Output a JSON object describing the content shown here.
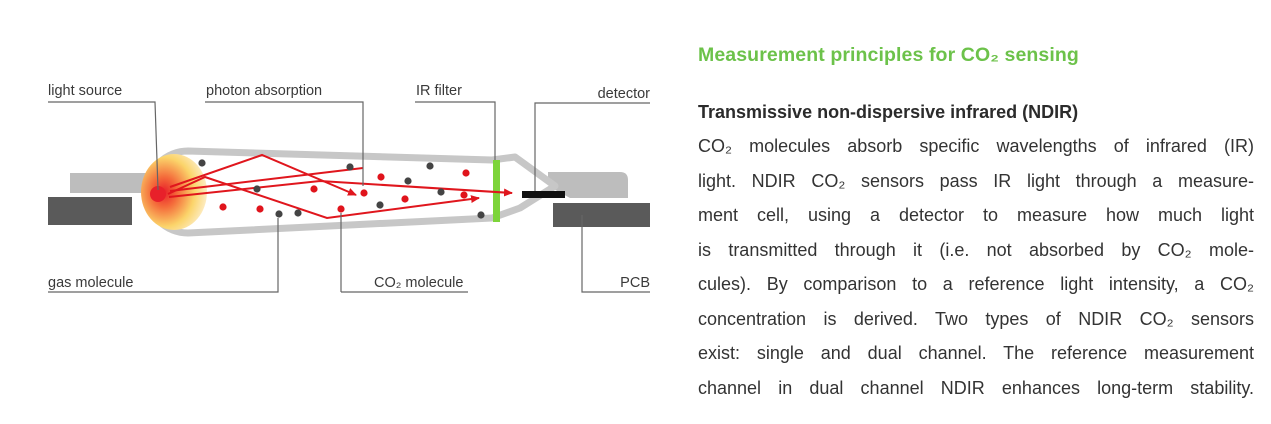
{
  "diagram": {
    "labels": {
      "light_source": "light source",
      "photon_absorption": "photon absorption",
      "ir_filter": "IR filter",
      "detector": "detector",
      "gas_molecule": "gas molecule",
      "co2_molecule": "CO₂ molecule",
      "pcb": "PCB"
    },
    "colors": {
      "light_red": "#e8202a",
      "light_glow": "#fbd46a",
      "beam": "#e0161d",
      "co2_dot": "#e0141c",
      "gas_dot": "#444444",
      "filter": "#7dd43a",
      "housing_dark": "#5a5a5a",
      "housing_light": "#bdbdbd",
      "label_text": "#3a3a3a"
    }
  },
  "text": {
    "heading": "Measurement principles for CO₂ sensing",
    "subheading": "Transmissive non-dispersive infrared (NDIR)",
    "lines": [
      "CO₂ molecules absorb specific wavelengths of infrared (IR)",
      "light. NDIR CO₂ sensors pass IR light through a measure-",
      "ment cell, using a detector to measure how much light",
      "is transmitted through it (i.e. not absorbed by CO₂ mole-",
      "cules). By comparison to a reference light intensity, a CO₂",
      "concentration is derived. Two types of NDIR CO₂ sensors",
      "exist: single and dual channel. The reference measurement",
      "channel in dual channel NDIR enhances long-term stability."
    ],
    "colors": {
      "heading": "#6cc24a",
      "body": "#333333"
    }
  }
}
